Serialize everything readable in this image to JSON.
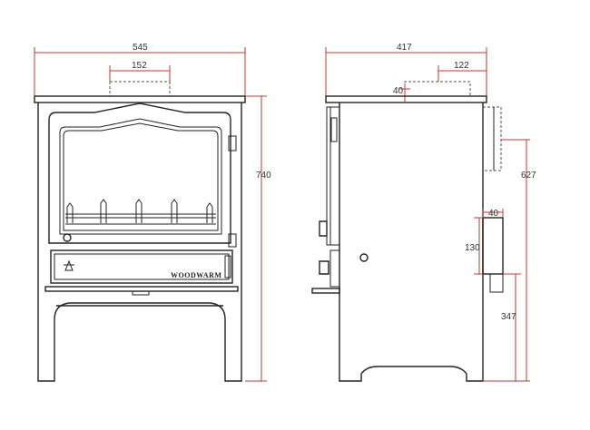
{
  "front_view": {
    "width_label": "545",
    "flue_width_label": "152",
    "height_label": "740",
    "brand_label": "WOODWARM"
  },
  "side_view": {
    "depth_label": "417",
    "flue_offset_label": "122",
    "flue_front_label": "40",
    "rear_flue_height_label": "627",
    "vent_top_label": "40",
    "vent_height_label": "130",
    "vent_base_height_label": "347"
  },
  "colors": {
    "dimension_line": "#c0392b",
    "outline": "#222222"
  }
}
